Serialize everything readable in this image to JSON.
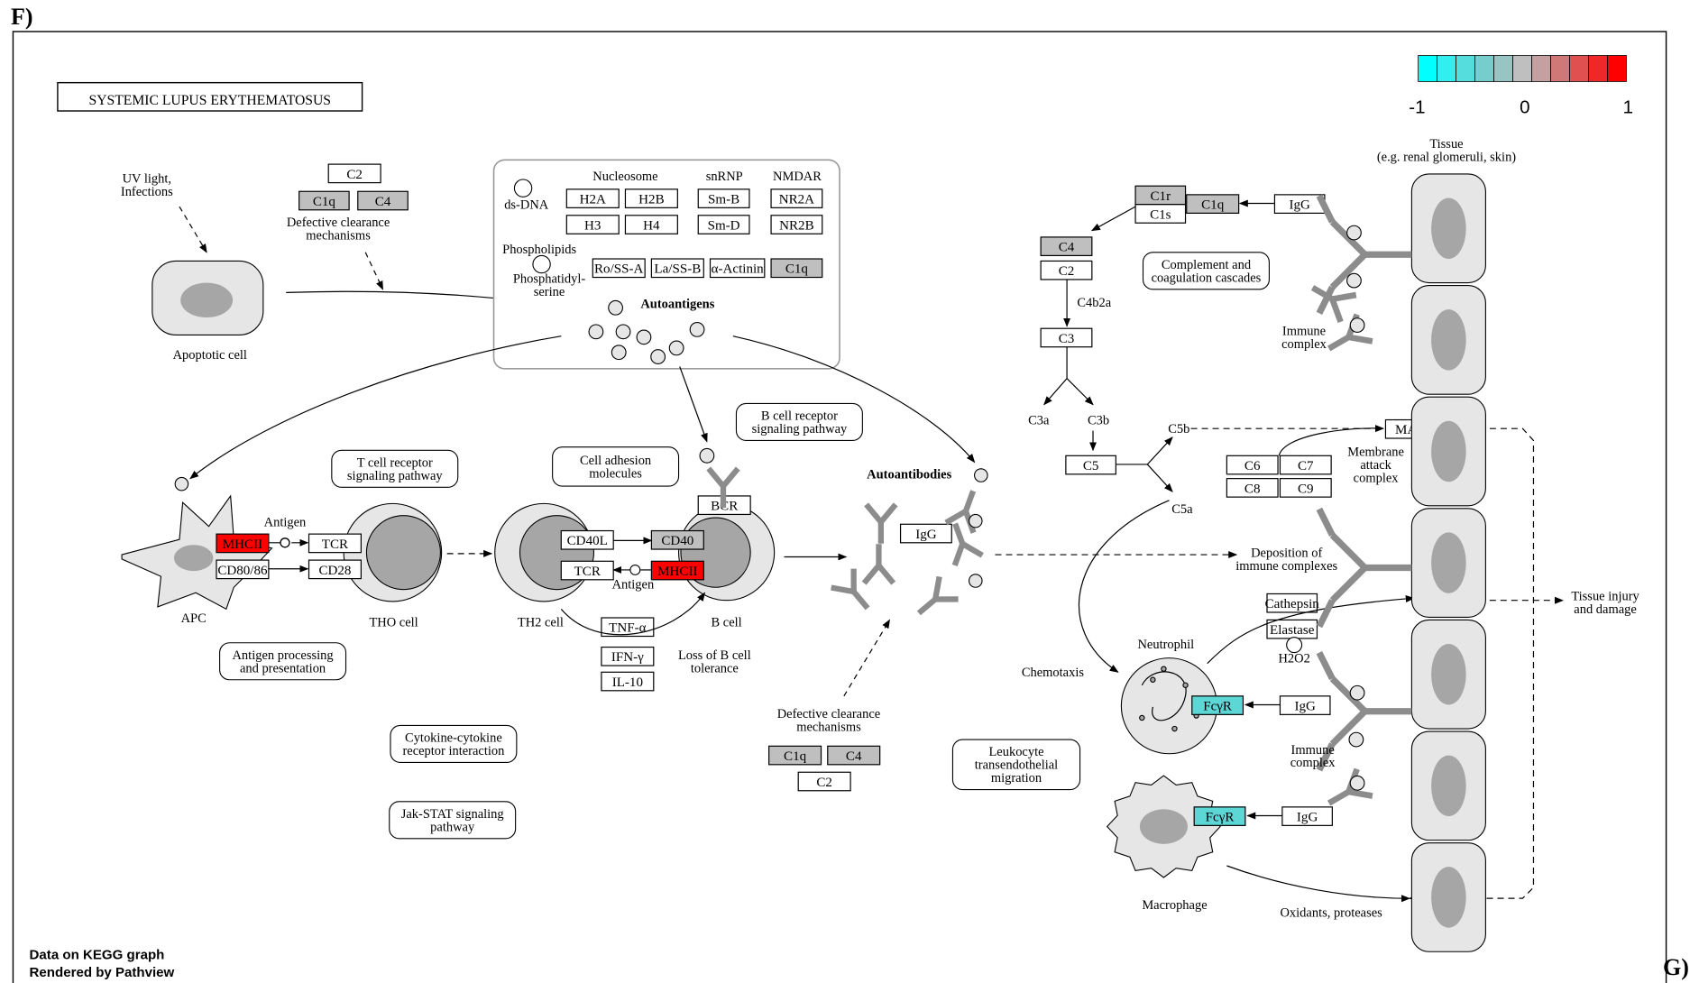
{
  "panel_labels": {
    "left": "F)",
    "right": "G)"
  },
  "title": "SYSTEMIC LUPUS ERYTHEMATOSUS",
  "footer": {
    "line1": "Data on KEGG graph",
    "line2": "Rendered by Pathview"
  },
  "legend": {
    "ticks": [
      "-1",
      "0",
      "1"
    ],
    "colors": [
      "#00ffff",
      "#33eeee",
      "#55dddd",
      "#77cccc",
      "#99c4c4",
      "#bfbfbf",
      "#c4a0a0",
      "#d07878",
      "#e05050",
      "#ee2828",
      "#ff0000"
    ]
  },
  "colors": {
    "gene_default": "#ffffff",
    "gene_gray": "#bfbfbf",
    "up": "#ff0000",
    "down": "#5dd6d6",
    "cell_fill": "#e6e6e6",
    "nucleus": "#a6a6a6",
    "antibody": "#8c8c8c"
  },
  "genes": {
    "c2_top": "C2",
    "c1q_top": "C1q",
    "c4_top": "C4",
    "h2a": "H2A",
    "h2b": "H2B",
    "h3": "H3",
    "h4": "H4",
    "smb": "Sm-B",
    "smd": "Sm-D",
    "nr2a": "NR2A",
    "nr2b": "NR2B",
    "ross": "Ro/SS-A",
    "lassb": "La/SS-B",
    "actinin": "α-Actinin",
    "c1q_auto": "C1q",
    "mhc_apc": "MHCII",
    "cd8086": "CD80/86",
    "tcr_th0": "TCR",
    "cd28": "CD28",
    "cd40l": "CD40L",
    "tcr_th2": "TCR",
    "cd40": "CD40",
    "mhc_b": "MHCII",
    "bcr": "BCR",
    "tnfa": "TNF-α",
    "ifng": "IFN-γ",
    "il10": "IL-10",
    "igg_auto": "IgG",
    "c1q_bot": "C1q",
    "c4_bot": "C4",
    "c2_bot": "C2",
    "c1r": "C1r",
    "c1s": "C1s",
    "c1q_right": "C1q",
    "igg_top": "IgG",
    "c4_right": "C4",
    "c2_right": "C2",
    "c3": "C3",
    "c5": "C5",
    "c6": "C6",
    "c7": "C7",
    "c8": "C8",
    "c9": "C9",
    "mac": "MAC",
    "cathepsin": "Cathepsin",
    "elastase": "Elastase",
    "fcgr_neut": "FcγR",
    "igg_neut": "IgG",
    "fcgr_mac": "FcγR",
    "igg_mac": "IgG"
  },
  "labels": {
    "uv": "UV light,\nInfections",
    "defective_top": "Defective clearance\nmechanisms",
    "apoptotic": "Apoptotic cell",
    "nucleosome": "Nucleosome",
    "snrnp": "snRNP",
    "nmdar": "NMDAR",
    "dsdna": "ds-DNA",
    "phospholipids": "Phospholipids",
    "phosphatidyl": "Phosphatidyl-\nserine",
    "autoantigens": "Autoantigens",
    "tcell_pathway": "T cell receptor\nsignaling pathway",
    "cell_adhesion": "Cell adhesion\nmolecules",
    "bcell_pathway": "B cell receptor\nsignaling pathway",
    "antigen1": "Antigen",
    "antigen2": "Antigen",
    "apc": "APC",
    "th0": "THO cell",
    "th2": "TH2 cell",
    "bcell": "B cell",
    "loss_b": "Loss of B cell\ntolerance",
    "antigen_processing": "Antigen processing\nand presentation",
    "cytokine": "Cytokine-cytokine\nreceptor interaction",
    "jakstat": "Jak-STAT signaling\npathway",
    "autoantibodies": "Autoantibodies",
    "defective_bot": "Defective clearance\nmechanisms",
    "leukocyte": "Leukocyte\ntransendothelial\nmigration",
    "complement": "Complement and\ncoagulation cascades",
    "c4b2a": "C4b2a",
    "c3a": "C3a",
    "c3b": "C3b",
    "c5b": "C5b",
    "c5a": "C5a",
    "mac_label": "Membrane\nattack\ncomplex",
    "immune_complex1": "Immune\ncomplex",
    "immune_complex2": "Immune\ncomplex",
    "tissue": "Tissue\n(e.g. renal glomeruli, skin)",
    "deposition": "Deposition of\nimmune complexes",
    "tissue_injury": "Tissue injury\nand damage",
    "chemotaxis": "Chemotaxis",
    "neutrophil": "Neutrophil",
    "h2o2": "H2O2",
    "macrophage": "Macrophage",
    "oxidants": "Oxidants, proteases"
  }
}
